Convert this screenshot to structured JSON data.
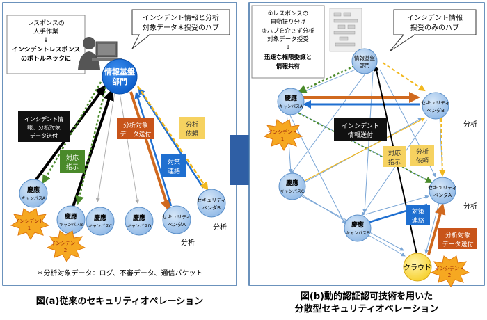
{
  "panel_a": {
    "caption": "図(a)従来のセキュリティオペレーション",
    "note": {
      "line1": "レスポンスの",
      "line2": "人手作業",
      "arrow": "↓",
      "line3": "インシデントレスポンス",
      "line4": "のボトルネックに"
    },
    "hub_callout": {
      "line1": "インシデント情報と分析",
      "line2": "対象データ＊授受のハブ"
    },
    "center": {
      "line1": "情報基盤",
      "line2": "部門"
    },
    "nodes": [
      {
        "id": "a",
        "line1": "慶應",
        "line2": "キャンパスA"
      },
      {
        "id": "b",
        "line1": "慶應",
        "line2": "キャンパスB"
      },
      {
        "id": "c",
        "line1": "慶應",
        "line2": "キャンパスC"
      },
      {
        "id": "d",
        "line1": "慶應",
        "line2": "キャンパスD"
      },
      {
        "id": "sva",
        "line1": "セキュリティ",
        "line2": "ベンダA"
      },
      {
        "id": "svb",
        "line1": "セキュリティ",
        "line2": "ベンダB"
      }
    ],
    "incidents": [
      {
        "line1": "インシデント",
        "line2": "1"
      },
      {
        "line1": "インシデント",
        "line2": "2"
      }
    ],
    "labels": {
      "incident_send": {
        "line1": "インシデント情",
        "line2": "報、分析対象",
        "line3": "データ送付"
      },
      "response": {
        "line1": "対応",
        "line2": "指示"
      },
      "data_send": {
        "line1": "分析対象",
        "line2": "データ送付"
      },
      "request": {
        "line1": "分析",
        "line2": "依頼"
      },
      "contact": {
        "line1": "対策",
        "line2": "連絡"
      },
      "analysis1": "分析",
      "analysis2": "分析"
    },
    "footnote": "＊分析対象データ：ログ、不審データ、通信パケット"
  },
  "panel_b": {
    "caption_line1": "図(b)動的認証認可技術を用いた",
    "caption_line2": "分散型セキュリティオペレーション",
    "note": {
      "line1": "①レスポンスの",
      "line2": "自動振り分け",
      "line3": "②ハブを介さず分析",
      "line4": "対象データ授受",
      "arrow": "↓",
      "line5": "迅速な権限委譲と",
      "line6": "情報共有"
    },
    "hub_callout": {
      "line1": "インシデント情報",
      "line2": "授受のみのハブ"
    },
    "center": {
      "line1": "情報基盤",
      "line2": "部門"
    },
    "nodes": [
      {
        "id": "a",
        "line1": "慶應",
        "line2": "キャンパスA"
      },
      {
        "id": "b",
        "line1": "慶應",
        "line2": "キャンパスB"
      },
      {
        "id": "c",
        "line1": "慶應",
        "line2": "キャンパスC"
      },
      {
        "id": "sva",
        "line1": "セキュリティ",
        "line2": "ベンダA"
      },
      {
        "id": "svb",
        "line1": "セキュリティ",
        "line2": "ベンダB"
      }
    ],
    "cloud": "クラウド",
    "incidents": [
      {
        "line1": "インシデント",
        "line2": "1"
      },
      {
        "line1": "インシデント",
        "line2": "2"
      }
    ],
    "labels": {
      "incident_send": {
        "line1": "インシデント",
        "line2": "情報送付"
      },
      "response": {
        "line1": "対応",
        "line2": "指示"
      },
      "request": {
        "line1": "分析",
        "line2": "依頼"
      },
      "contact": {
        "line1": "対策",
        "line2": "連絡"
      },
      "data_send": {
        "line1": "分析対象",
        "line2": "データ送付"
      },
      "analysis1": "分析",
      "analysis2": "分析"
    }
  },
  "colors": {
    "blue": "#1f6fd0",
    "orange": "#d0691f",
    "yellow": "#f2b81e",
    "green": "#4a8a2a",
    "node": "#9cc3ec",
    "frame": "#3a6ea5"
  }
}
